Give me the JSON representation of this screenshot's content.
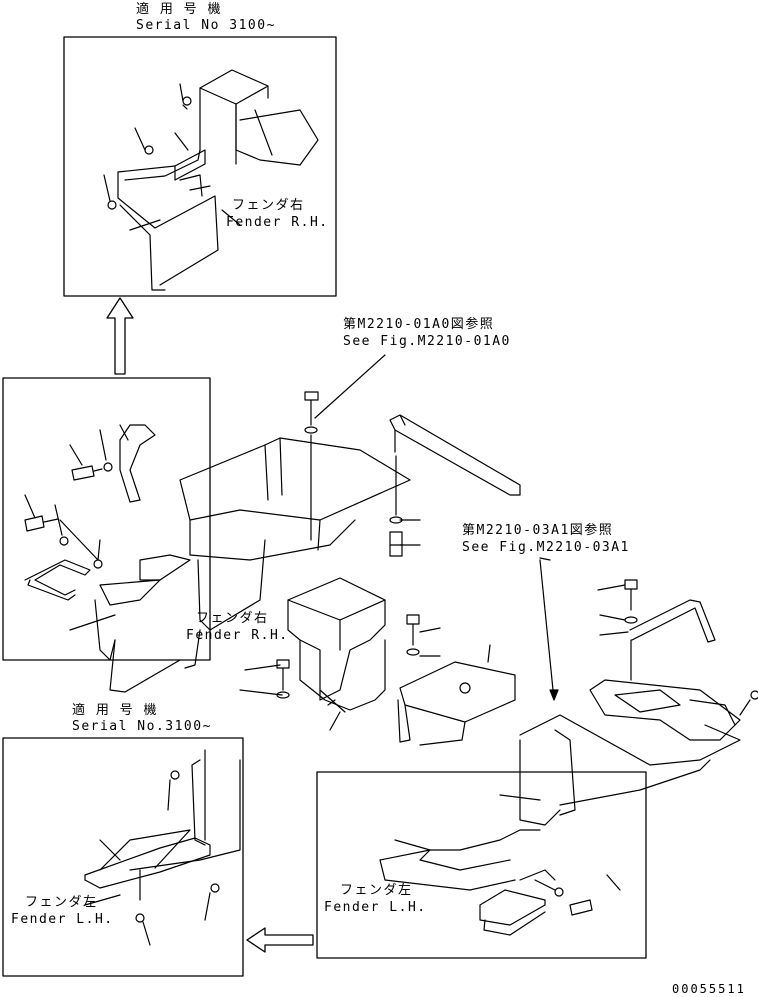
{
  "top_inset": {
    "serial_label_jp": "適 用 号 機",
    "serial_label_en": "Serial No 3100~",
    "fender_jp": "フェンダ右",
    "fender_en": "Fender R.H."
  },
  "bottom_left_inset": {
    "serial_label_jp": "適 用 号 機",
    "serial_label_en": "Serial No.3100~",
    "fender_jp": "フェンダ左",
    "fender_en": "Fender L.H."
  },
  "main": {
    "ref1_jp": "第M2210-01A0図参照",
    "ref1_en": "See Fig.M2210-01A0",
    "ref2_jp": "第M2210-03A1図参照",
    "ref2_en": "See Fig.M2210-03A1",
    "fender_right_jp": "フェンダ右",
    "fender_right_en": "Fender R.H.",
    "fender_left_jp": "フェンダ左",
    "fender_left_en": "Fender L.H."
  },
  "drawing_number": "00055511"
}
